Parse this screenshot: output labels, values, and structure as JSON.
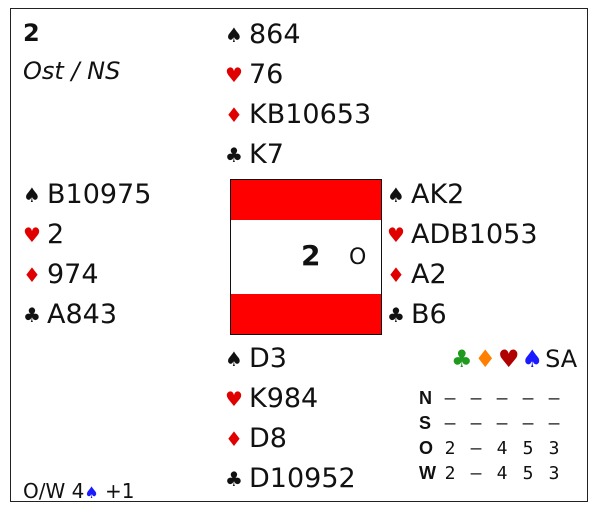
{
  "board": {
    "number": "2",
    "dealer_vul": "Ost / NS"
  },
  "suits": {
    "spade": "♠",
    "heart": "♥",
    "diamond": "♦",
    "club": "♣"
  },
  "north": {
    "spades": "864",
    "hearts": "76",
    "diamonds": "KB10653",
    "clubs": "K7"
  },
  "west": {
    "spades": "B10975",
    "hearts": "2",
    "diamonds": "974",
    "clubs": "A843"
  },
  "east": {
    "spades": "AK2",
    "hearts": "ADB1053",
    "diamonds": "A2",
    "clubs": "B6"
  },
  "south": {
    "spades": "D3",
    "hearts": "K984",
    "diamonds": "D8",
    "clubs": "D10952"
  },
  "table": {
    "number": "2",
    "dealer": "O"
  },
  "contract": {
    "side": "O/W 4",
    "suit": "♠",
    "result": "+1"
  },
  "double_dummy": {
    "header_nt": "SA",
    "rows": [
      {
        "dir": "N",
        "values": [
          "–",
          "–",
          "–",
          "–",
          "–"
        ]
      },
      {
        "dir": "S",
        "values": [
          "–",
          "–",
          "–",
          "–",
          "–"
        ]
      },
      {
        "dir": "O",
        "values": [
          "2",
          "–",
          "4",
          "5",
          "3"
        ]
      },
      {
        "dir": "W",
        "values": [
          "2",
          "–",
          "4",
          "5",
          "3"
        ]
      }
    ]
  },
  "colors": {
    "red_suit": "#e00000",
    "vul_stripe": "#ff0000",
    "club_header": "#1f9a1f",
    "diamond_header": "#ff7f00",
    "heart_header": "#b00000",
    "spade_header": "#1a1aff"
  }
}
